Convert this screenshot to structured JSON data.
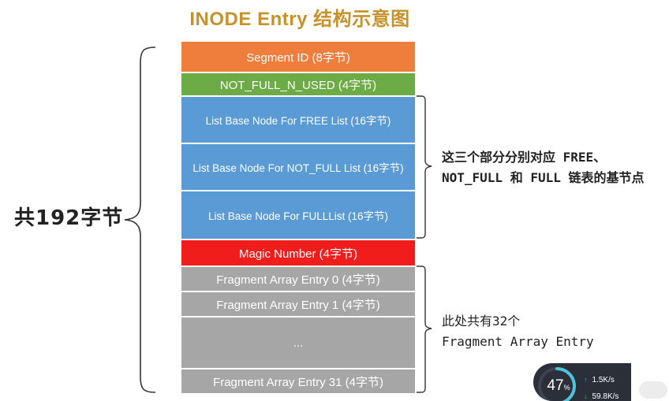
{
  "title": "INODE Entry 结构示意图",
  "blocks": [
    {
      "label": "Segment ID (8字节)",
      "color": "#ef7d3c"
    },
    {
      "label": "NOT_FULL_N_USED (4字节)",
      "color": "#6dab46"
    },
    {
      "label": "List Base Node For FREE List (16字节)",
      "color": "#5b9bd5"
    },
    {
      "label": "List Base Node For NOT_FULL List (16字节)",
      "color": "#5b9bd5"
    },
    {
      "label": "List Base Node For FULLList (16字节)",
      "color": "#5b9bd5"
    },
    {
      "label": "Magic Number (4字节)",
      "color": "#f11c1c"
    },
    {
      "label": "Fragment Array Entry 0 (4字节)",
      "color": "#a6a6a6"
    },
    {
      "label": "Fragment Array Entry 1 (4字节)",
      "color": "#a6a6a6"
    },
    {
      "label": "...",
      "color": "#a6a6a6"
    },
    {
      "label": "Fragment Array Entry 31 (4字节)",
      "color": "#a6a6a6"
    }
  ],
  "total_label": "共192字节",
  "annotation_lists": {
    "line1": "这三个部分分别对应 FREE、",
    "line2": "NOT_FULL 和 FULL 链表的基节点"
  },
  "annotation_fragments": {
    "line1": "此处共有32个",
    "line2": "Fragment Array Entry"
  },
  "net_widget": {
    "percent": "47",
    "percent_unit": "%",
    "upload_value": "1.5",
    "upload_unit": "K/s",
    "download_value": "59.8",
    "download_unit": "K/s",
    "upload_color": "#35a6f0",
    "download_color": "#35d06d"
  }
}
